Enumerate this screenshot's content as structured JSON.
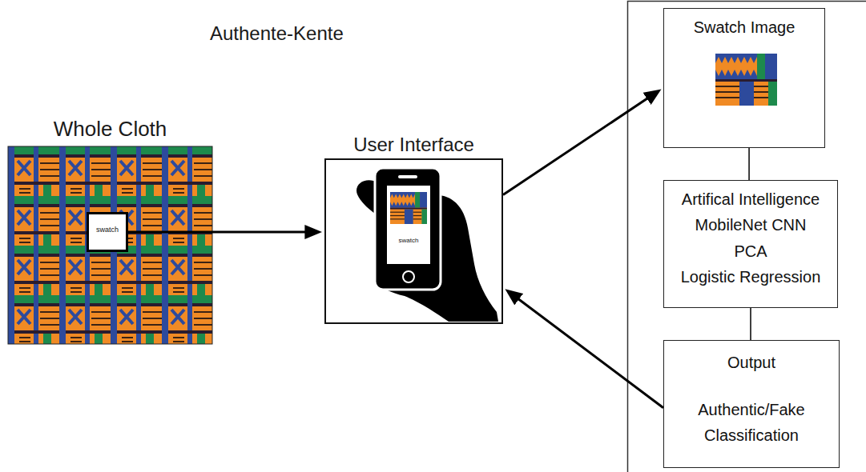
{
  "diagram": {
    "title": "Authente-Kente",
    "nodes": [
      {
        "text": [
          "Whole Cloth"
        ]
      },
      {
        "text": [
          "swatch"
        ],
        "in": 0
      },
      {
        "text": [
          "User Interface"
        ]
      },
      {
        "text": [
          "swatch"
        ],
        "in": 2
      },
      {
        "text": [
          "Swatch Image"
        ]
      },
      {
        "text": [
          "Artifical Intelligence",
          "MobileNet CNN",
          "PCA",
          "Logistic Regression"
        ]
      },
      {
        "text": [
          "Output",
          "Authentic/Fake Classification"
        ]
      }
    ],
    "edges": [
      {
        "from": 1,
        "to": 2,
        "arrow": "to"
      },
      {
        "from": 2,
        "to": 4,
        "arrow": "to"
      },
      {
        "from": 6,
        "to": 2,
        "arrow": "to"
      },
      {
        "from": 4,
        "to": 5,
        "arrow": "none"
      },
      {
        "from": 5,
        "to": 6,
        "arrow": "none"
      }
    ]
  }
}
